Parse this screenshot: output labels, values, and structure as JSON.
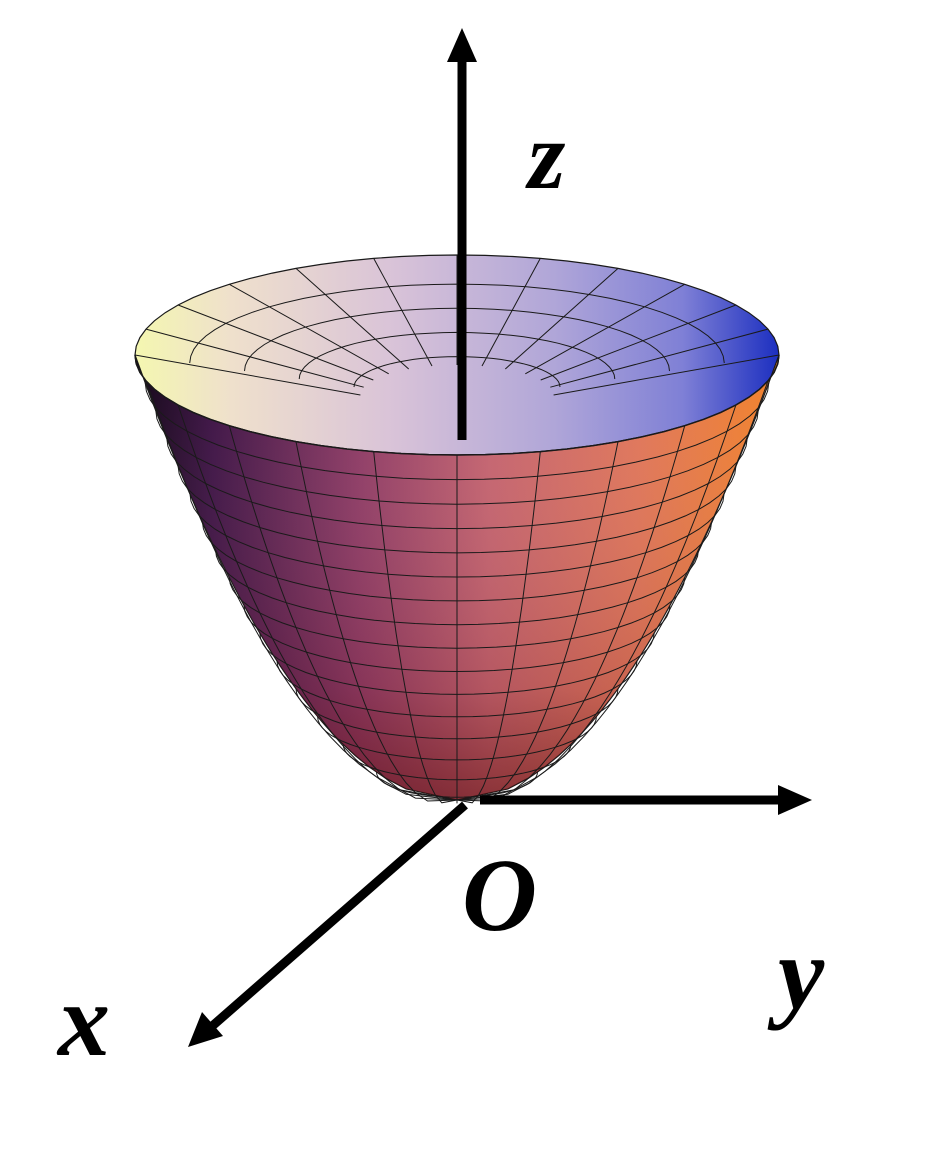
{
  "diagram": {
    "labels": {
      "z": "z",
      "y": "y",
      "x": "x",
      "origin": "O"
    },
    "surface": {
      "shape": "paraboloid",
      "colors": {
        "rim_left": "#f4f7b0",
        "interior": "#c9b0d6",
        "rim_right": "#2233c0",
        "outer_left": "#3a1040",
        "outer_middle": "#b45a70",
        "outer_right": "#ef7a30",
        "bottom": "#7a1818",
        "mesh": "#1a1a1a"
      }
    },
    "axis_color": "#000000"
  }
}
